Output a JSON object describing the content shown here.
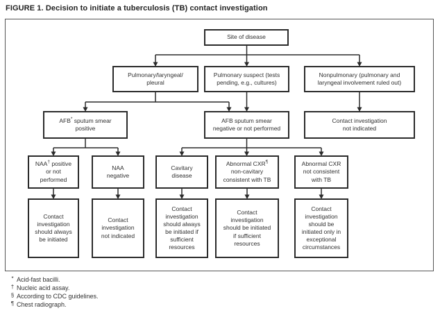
{
  "title": "FIGURE 1. Decision to initiate a tuberculosis (TB) contact investigation",
  "nodes": {
    "site": {
      "label": "Site of disease"
    },
    "pulmonary": {
      "label": "Pulmonary/laryngeal/\npleural"
    },
    "suspect": {
      "label": "Pulmonary suspect (tests\npending, e.g., cultures)"
    },
    "nonpulmonary": {
      "label": "Nonpulmonary (pulmonary and\nlaryngeal involvement ruled out)"
    },
    "afb_positive": {
      "pre": "AFB",
      "sup": "*",
      "post": " sputum smear\npositive"
    },
    "afb_negative": {
      "label": "AFB sputum smear\nnegative or not performed"
    },
    "ci_not_indicated": {
      "label": "Contact investigation\nnot indicated"
    },
    "naa_positive": {
      "pre": "NAA",
      "sup": "†",
      "post": " positive\nor not\nperformed"
    },
    "naa_negative": {
      "label": "NAA\nnegative"
    },
    "cavitary": {
      "label": "Cavitary\ndisease"
    },
    "cxr_noncavitary": {
      "pre": "Abnormal CXR",
      "sup": "¶",
      "post": "\nnon-cavitary\nconsistent with TB"
    },
    "cxr_not_tb": {
      "label": "Abnormal CXR\nnot consistent\nwith TB"
    },
    "outcome_always": {
      "label": "Contact\ninvestigation\nshould always\nbe initiated"
    },
    "outcome_not_indicated": {
      "label": "Contact\ninvestigation\nnot indicated"
    },
    "outcome_always_resources": {
      "label": "Contact\ninvestigation\nshould always\nbe initiated if\nsufficient\nresources"
    },
    "outcome_if_resources": {
      "label": "Contact\ninvestigation\nshould be initiated\nif sufficient\nresources"
    },
    "outcome_exceptional": {
      "label": "Contact\ninvestigation\nshould be\ninitiated only in\nexceptional\ncircumstances"
    }
  },
  "footnotes": [
    {
      "symbol": "*",
      "text": "Acid-fast bacilli."
    },
    {
      "symbol": "†",
      "text": "Nucleic acid assay."
    },
    {
      "symbol": "§",
      "text": "According to CDC guidelines."
    },
    {
      "symbol": "¶",
      "text": "Chest radiograph."
    }
  ],
  "colors": {
    "ink": "#2a2a2a",
    "background": "#ffffff"
  }
}
